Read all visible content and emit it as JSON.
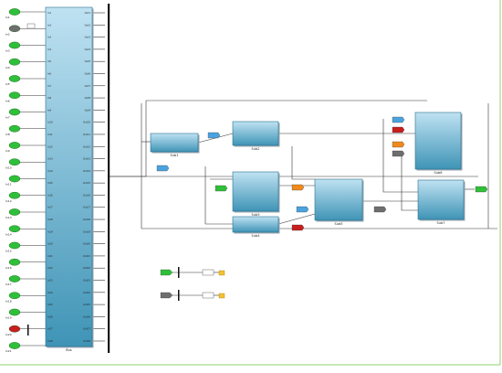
{
  "diagram": {
    "colors": {
      "block_top": "#bfe2f2",
      "block_bottom": "#3f94b6",
      "port_green": "#2fbf3a",
      "port_red": "#c81e1e",
      "port_gray": "#6e6e6e",
      "port_blue": "#4aa3df",
      "port_orange": "#f08a1c",
      "border_green": "#8fd36a",
      "wire": "#333333"
    },
    "main_block": {
      "label": "Bus",
      "ports_left": [
        "In1",
        "In2",
        "In3",
        "In4",
        "In5",
        "In6",
        "In7",
        "In8",
        "In9",
        "In10",
        "In11",
        "In12",
        "In13",
        "In14",
        "In15",
        "In16",
        "In17",
        "In18",
        "In19",
        "In20",
        "In21",
        "In22",
        "In23",
        "In24",
        "In25",
        "In26",
        "In27",
        "In28"
      ],
      "ports_right": [
        "Out1",
        "Out2",
        "Out3",
        "Out4",
        "Out5",
        "Out6",
        "Out7",
        "Out8",
        "Out9",
        "Out10",
        "Out11",
        "Out12",
        "Out13",
        "Out14",
        "Out15",
        "Out16",
        "Out17",
        "Out18",
        "Out19",
        "Out20",
        "Out21",
        "Out22",
        "Out23",
        "Out24",
        "Out25",
        "Out26",
        "Out27",
        "Out28"
      ]
    },
    "input_ports": [
      {
        "name": "In1",
        "color": "green"
      },
      {
        "name": "In2",
        "color": "gray"
      },
      {
        "name": "In3",
        "color": "green"
      },
      {
        "name": "In4",
        "color": "green"
      },
      {
        "name": "In5",
        "color": "green"
      },
      {
        "name": "In6",
        "color": "green"
      },
      {
        "name": "In7",
        "color": "green"
      },
      {
        "name": "In8",
        "color": "green"
      },
      {
        "name": "In9",
        "color": "green"
      },
      {
        "name": "In10",
        "color": "green"
      },
      {
        "name": "In11",
        "color": "green"
      },
      {
        "name": "In12",
        "color": "green"
      },
      {
        "name": "In13",
        "color": "green"
      },
      {
        "name": "In14",
        "color": "green"
      },
      {
        "name": "In15",
        "color": "green"
      },
      {
        "name": "In16",
        "color": "green"
      },
      {
        "name": "In17",
        "color": "green"
      },
      {
        "name": "In18",
        "color": "green"
      },
      {
        "name": "In19",
        "color": "green"
      },
      {
        "name": "In20",
        "color": "red"
      },
      {
        "name": "In21",
        "color": "green"
      }
    ],
    "subsystems": [
      {
        "label": "Sub1"
      },
      {
        "label": "Sub2"
      },
      {
        "label": "Sub3"
      },
      {
        "label": "Sub4"
      },
      {
        "label": "Sub5"
      },
      {
        "label": "Sub6"
      },
      {
        "label": "Sub7"
      }
    ],
    "tags": [
      {
        "color": "blue"
      },
      {
        "color": "blue"
      },
      {
        "color": "orange"
      },
      {
        "color": "red"
      },
      {
        "color": "gray"
      },
      {
        "color": "blue"
      },
      {
        "color": "green"
      },
      {
        "color": "blue"
      },
      {
        "color": "red"
      },
      {
        "color": "orange"
      },
      {
        "color": "gray"
      },
      {
        "color": "green"
      }
    ],
    "mini_groups": [
      {
        "src_color": "green"
      },
      {
        "src_color": "gray"
      }
    ]
  }
}
